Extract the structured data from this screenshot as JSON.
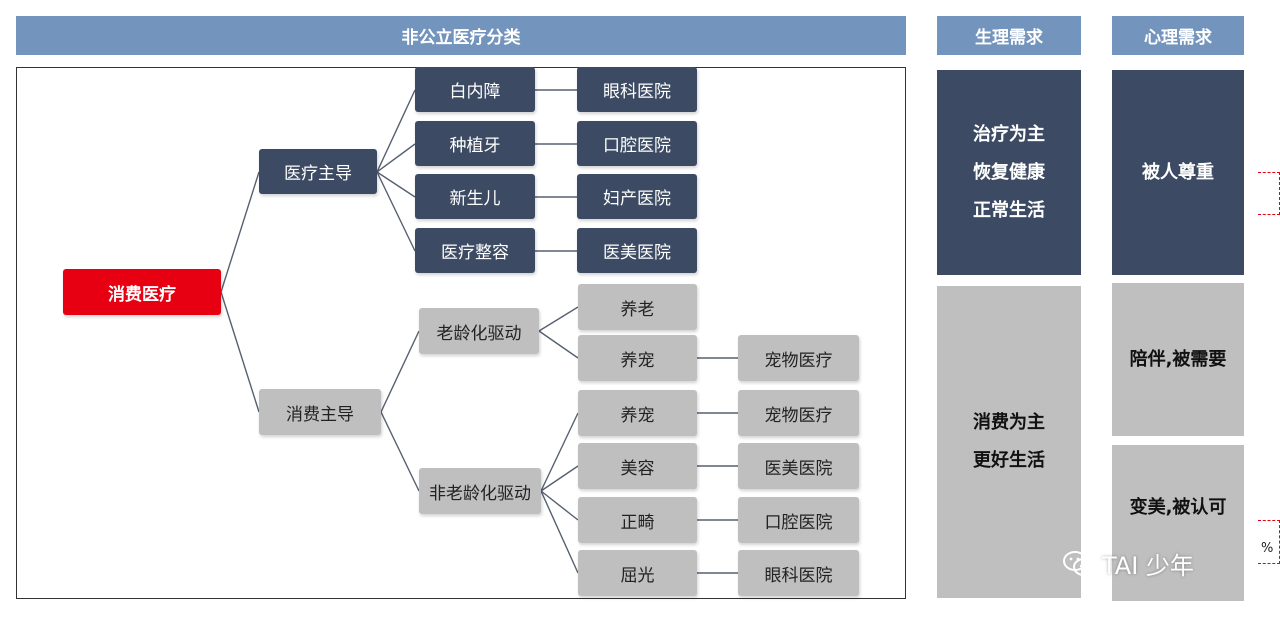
{
  "header": {
    "main_title": "非公立医疗分类",
    "col_physio": "生理需求",
    "col_psych": "心理需求"
  },
  "tree": {
    "root": "消费医疗",
    "medical_led": {
      "label": "医疗主导",
      "rows": [
        {
          "item": "白内障",
          "hospital": "眼科医院"
        },
        {
          "item": "种植牙",
          "hospital": "口腔医院"
        },
        {
          "item": "新生儿",
          "hospital": "妇产医院"
        },
        {
          "item": "医疗整容",
          "hospital": "医美医院"
        }
      ]
    },
    "consumer_led": {
      "label": "消费主导",
      "aging": {
        "label": "老龄化驱动",
        "items": [
          {
            "item": "养老",
            "hospital": ""
          },
          {
            "item": "养宠",
            "hospital": "宠物医疗"
          }
        ]
      },
      "non_aging": {
        "label": "非老龄化驱动",
        "items": [
          {
            "item": "养宠",
            "hospital": "宠物医疗"
          },
          {
            "item": "美容",
            "hospital": "医美医院"
          },
          {
            "item": "正畸",
            "hospital": "口腔医院"
          },
          {
            "item": "屈光",
            "hospital": "眼科医院"
          }
        ]
      }
    }
  },
  "physio_panels": {
    "treatment": [
      "治疗为主",
      "恢复健康",
      "正常生活"
    ],
    "consumption": [
      "消费为主",
      "更好生活"
    ]
  },
  "psych_panels": {
    "respected": "被人尊重",
    "companionship": "陪伴,被需要",
    "beauty": "变美,被认可"
  },
  "edge_fragment": "%",
  "watermark": "TAI 少年"
}
